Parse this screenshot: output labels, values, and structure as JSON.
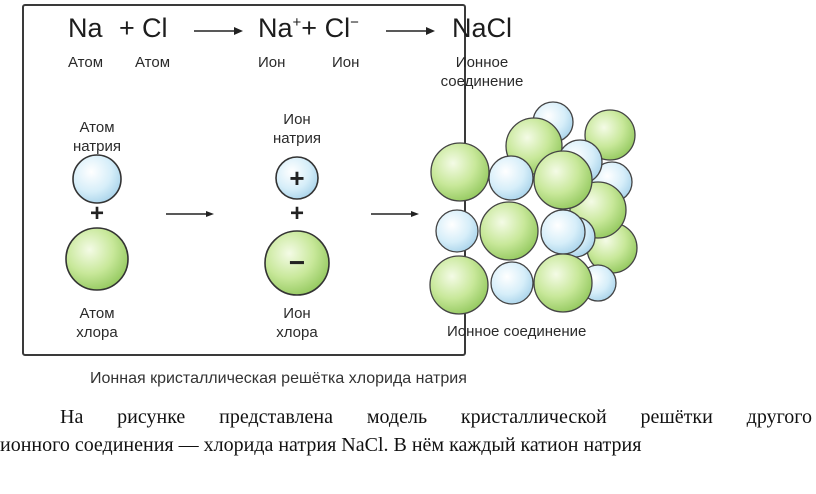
{
  "figure": {
    "formula": {
      "na": "Na",
      "plus": "+",
      "cl": "Cl",
      "na_ion": "Na",
      "na_charge": "+",
      "plus2": "+",
      "cl_ion": "Cl",
      "cl_charge": "−",
      "nacl": "NaCl"
    },
    "formula_labels": {
      "atom1": "Атом",
      "atom2": "Атом",
      "ion1": "Ион",
      "ion2": "Ион",
      "compound_line1": "Ионное",
      "compound_line2": "соединение"
    },
    "left_column": {
      "sodium_line1": "Атом",
      "sodium_line2": "натрия",
      "plus": "+",
      "chlorine_line1": "Атом",
      "chlorine_line2": "хлора"
    },
    "middle_column": {
      "sodium_line1": "Ион",
      "sodium_line2": "натрия",
      "positive": "+",
      "plus": "+",
      "negative": "−",
      "chlorine_line1": "Ион",
      "chlorine_line2": "хлора"
    },
    "crystal_label": "Ионное соединение",
    "caption": "Ионная кристаллическая решётка хлорида натрия",
    "colors": {
      "sodium": "#d6eef9",
      "chlorine": "#c8e89a",
      "outline": "#333333"
    }
  },
  "text": {
    "line1": "На рисунке представлена модель кристаллической решётки другого",
    "line2": "ионного соединения — хлорида натрия NaCl. В нём каждый катион натрия"
  }
}
